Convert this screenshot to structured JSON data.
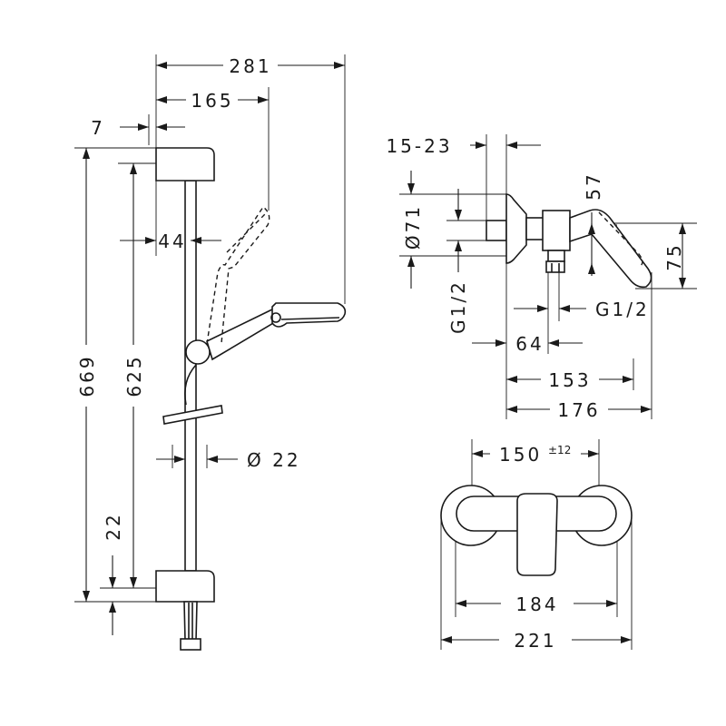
{
  "shower_set": {
    "dims": {
      "d281": "281",
      "d165": "165",
      "d7": "7",
      "d44": "44",
      "d669": "669",
      "d625": "625",
      "d22": "22",
      "dia22": "Ø 22"
    }
  },
  "mixer_side": {
    "dims": {
      "d15_23": "15-23",
      "dia71": "Ø71",
      "d57": "57",
      "d75": "75",
      "g12_left": "G1/2",
      "g12_right": "G1/2",
      "d64": "64",
      "d153": "153",
      "d176": "176"
    }
  },
  "mixer_front": {
    "dims": {
      "d150": "150",
      "d150_tol": "±12",
      "d184": "184",
      "d221": "221"
    }
  },
  "colors": {
    "line": "#1a1a1a",
    "background": "#ffffff"
  }
}
